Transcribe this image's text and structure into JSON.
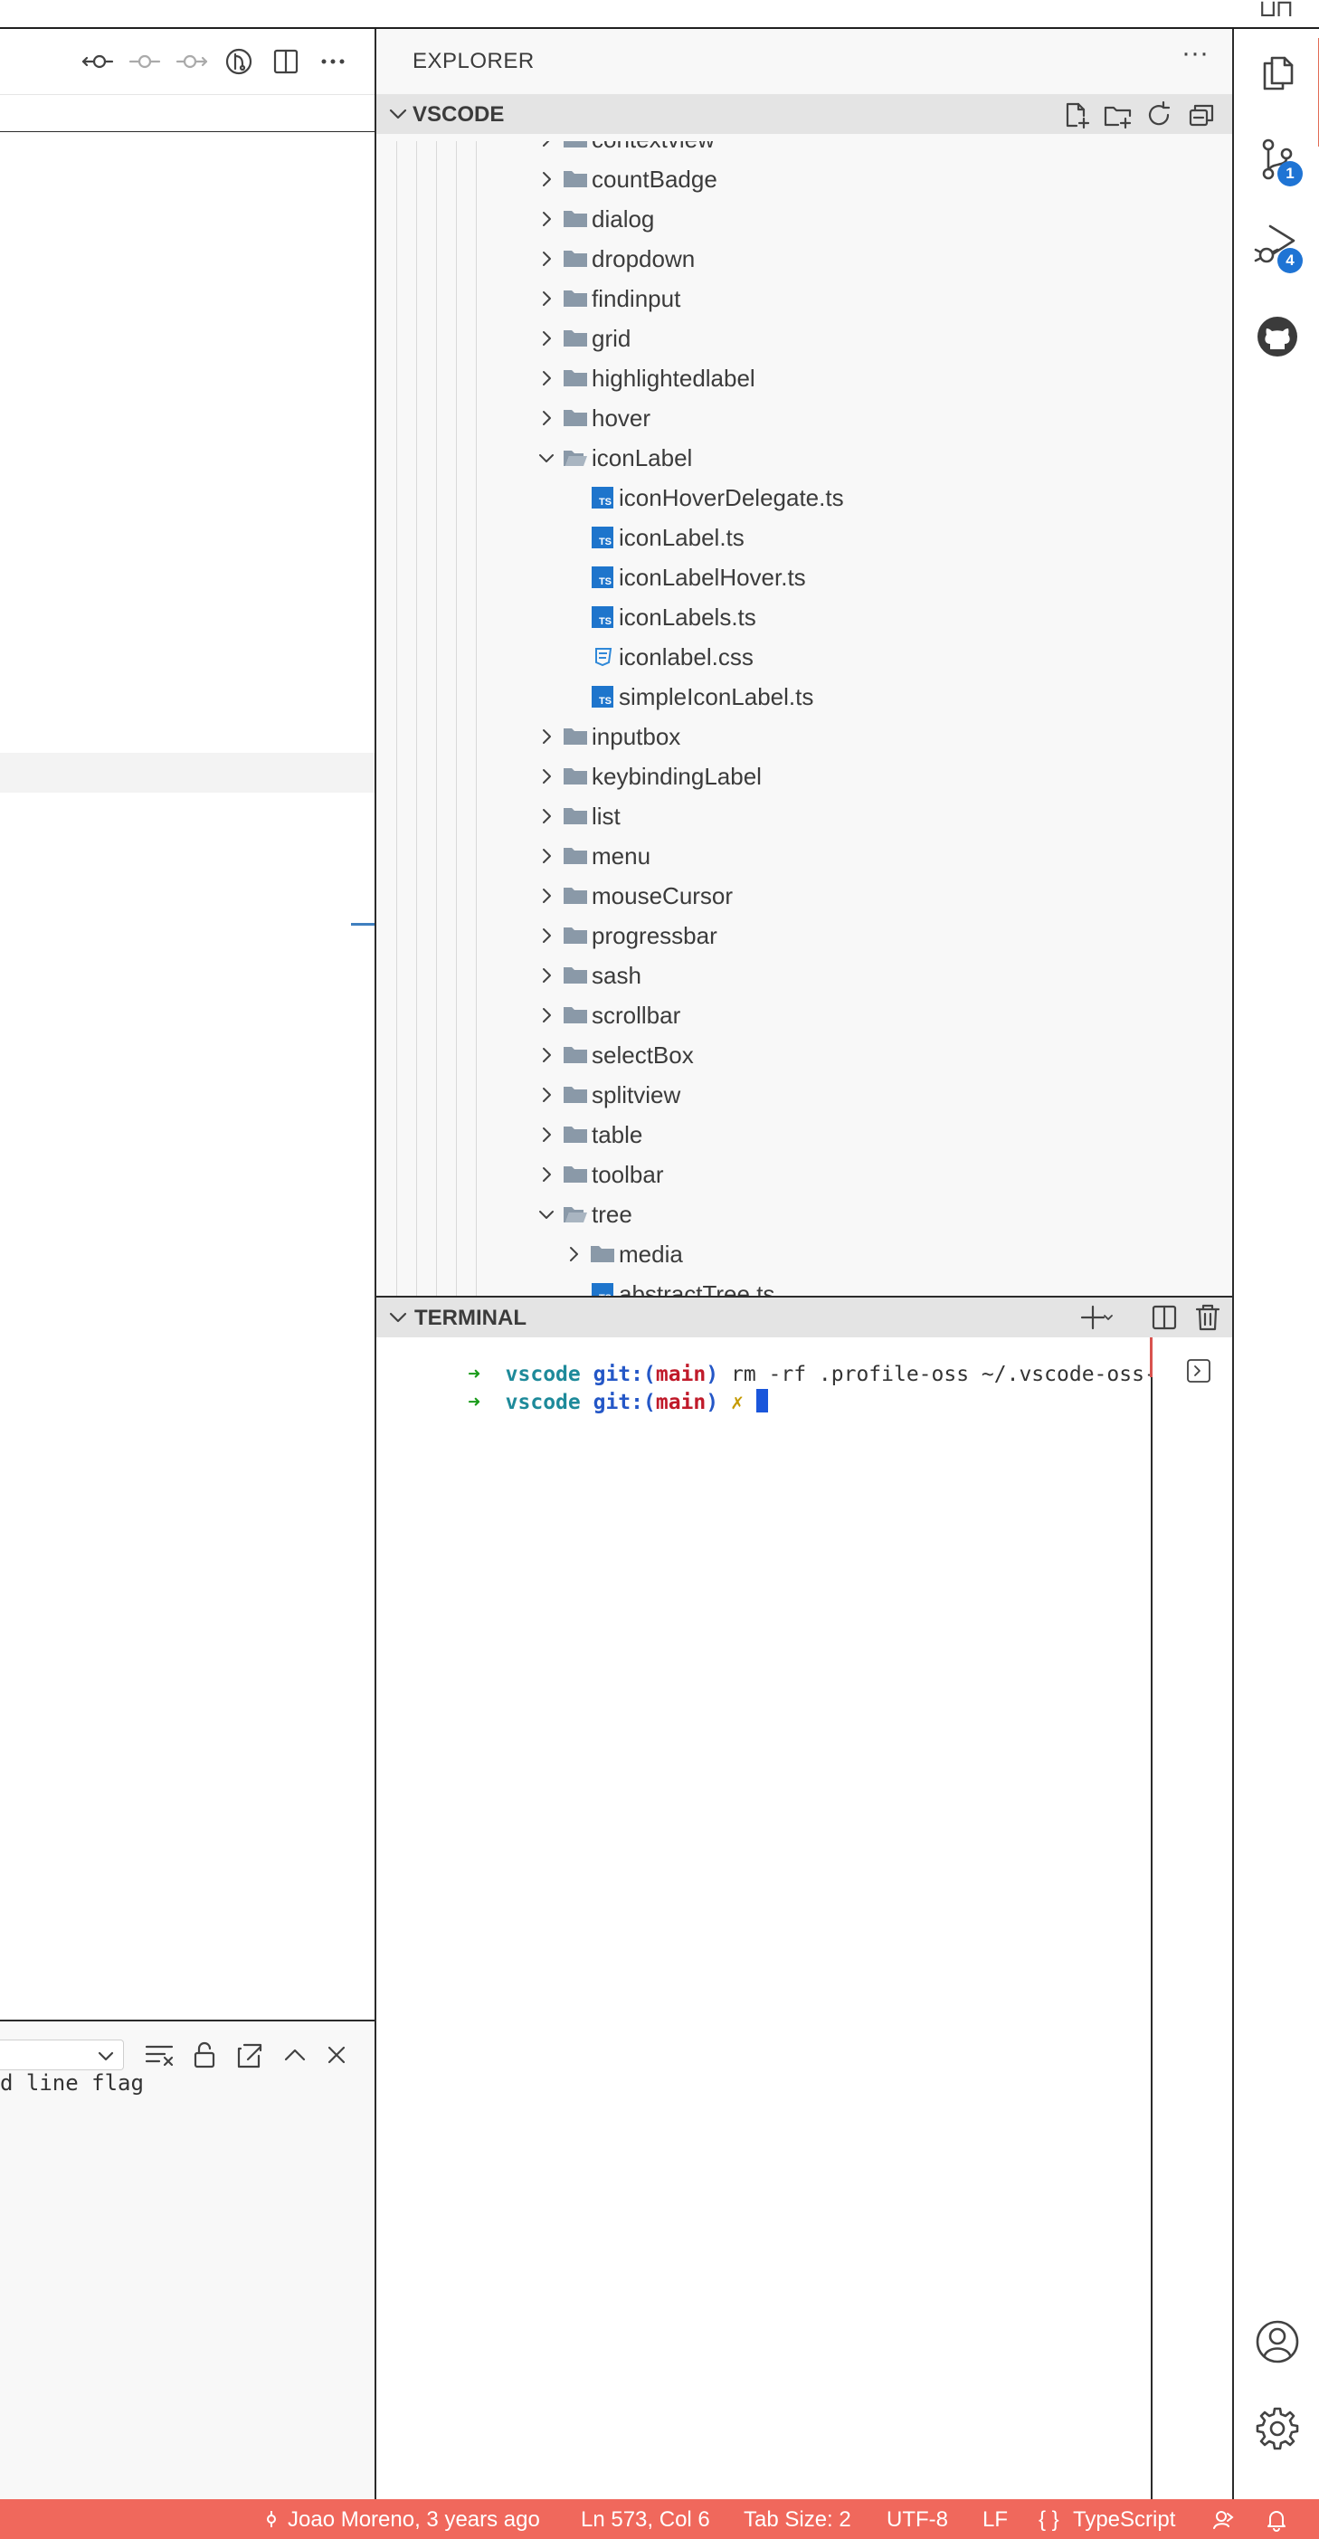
{
  "explorer": {
    "title": "EXPLORER",
    "more": "···",
    "section_title": "VSCODE",
    "rows": [
      {
        "label": "contextview",
        "kind": "folder",
        "expanded": false,
        "depth": 0
      },
      {
        "label": "countBadge",
        "kind": "folder",
        "expanded": false,
        "depth": 0
      },
      {
        "label": "dialog",
        "kind": "folder",
        "expanded": false,
        "depth": 0
      },
      {
        "label": "dropdown",
        "kind": "folder",
        "expanded": false,
        "depth": 0
      },
      {
        "label": "findinput",
        "kind": "folder",
        "expanded": false,
        "depth": 0
      },
      {
        "label": "grid",
        "kind": "folder",
        "expanded": false,
        "depth": 0
      },
      {
        "label": "highlightedlabel",
        "kind": "folder",
        "expanded": false,
        "depth": 0
      },
      {
        "label": "hover",
        "kind": "folder",
        "expanded": false,
        "depth": 0
      },
      {
        "label": "iconLabel",
        "kind": "folder",
        "expanded": true,
        "depth": 0
      },
      {
        "label": "iconHoverDelegate.ts",
        "kind": "ts",
        "depth": 1
      },
      {
        "label": "iconLabel.ts",
        "kind": "ts",
        "depth": 1
      },
      {
        "label": "iconLabelHover.ts",
        "kind": "ts",
        "depth": 1
      },
      {
        "label": "iconLabels.ts",
        "kind": "ts",
        "depth": 1
      },
      {
        "label": "iconlabel.css",
        "kind": "css",
        "depth": 1
      },
      {
        "label": "simpleIconLabel.ts",
        "kind": "ts",
        "depth": 1
      },
      {
        "label": "inputbox",
        "kind": "folder",
        "expanded": false,
        "depth": 0
      },
      {
        "label": "keybindingLabel",
        "kind": "folder",
        "expanded": false,
        "depth": 0
      },
      {
        "label": "list",
        "kind": "folder",
        "expanded": false,
        "depth": 0
      },
      {
        "label": "menu",
        "kind": "folder",
        "expanded": false,
        "depth": 0
      },
      {
        "label": "mouseCursor",
        "kind": "folder",
        "expanded": false,
        "depth": 0
      },
      {
        "label": "progressbar",
        "kind": "folder",
        "expanded": false,
        "depth": 0
      },
      {
        "label": "sash",
        "kind": "folder",
        "expanded": false,
        "depth": 0
      },
      {
        "label": "scrollbar",
        "kind": "folder",
        "expanded": false,
        "depth": 0
      },
      {
        "label": "selectBox",
        "kind": "folder",
        "expanded": false,
        "depth": 0
      },
      {
        "label": "splitview",
        "kind": "folder",
        "expanded": false,
        "depth": 0
      },
      {
        "label": "table",
        "kind": "folder",
        "expanded": false,
        "depth": 0
      },
      {
        "label": "toolbar",
        "kind": "folder",
        "expanded": false,
        "depth": 0
      },
      {
        "label": "tree",
        "kind": "folder",
        "expanded": true,
        "depth": 0
      },
      {
        "label": "media",
        "kind": "folder",
        "expanded": false,
        "depth": 1
      },
      {
        "label": "abstractTree.ts",
        "kind": "ts",
        "depth": 1
      }
    ]
  },
  "terminal": {
    "title": "TERMINAL",
    "lines": [
      {
        "arrow": "➜",
        "dir": "vscode",
        "git": "git:(",
        "branch": "main",
        "git_close": ")",
        "cmd": "rm -rf .profile-oss ~/.vscode-oss-dev",
        "dirty": ""
      },
      {
        "arrow": "➜",
        "dir": "vscode",
        "git": "git:(",
        "branch": "main",
        "git_close": ")",
        "cmd": "",
        "dirty": "✗"
      }
    ]
  },
  "output": {
    "partial_line": "d line flag"
  },
  "activity": {
    "scm_badge": "1",
    "debug_badge": "4"
  },
  "status": {
    "blame": "Joao Moreno, 3 years ago",
    "cursor": "Ln 573, Col 6",
    "tab_size": "Tab Size: 2",
    "encoding": "UTF-8",
    "eol": "LF",
    "language": "TypeScript",
    "language_icon": "{ }",
    "blame_icon": "git-commit-icon"
  },
  "colors": {
    "status_bg": "#f0685c",
    "badge": "#1f74d4",
    "ts_icon": "#1e75cc",
    "folder": "#8a99a8",
    "terminal_arrow": "#1a9b1a",
    "terminal_branch": "#c01a2a"
  }
}
